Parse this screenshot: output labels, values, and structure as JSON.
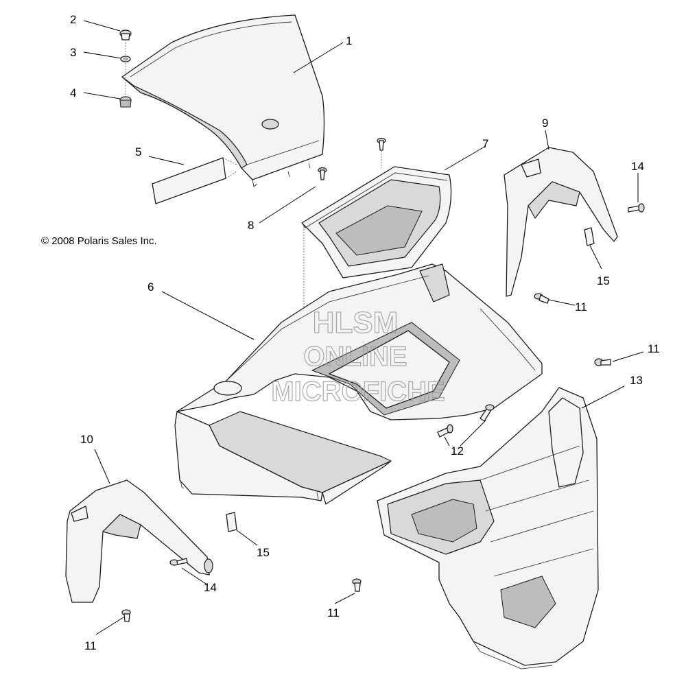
{
  "copyright": "© 2008 Polaris Sales Inc.",
  "watermark": {
    "line1": "HLSM",
    "line2": "ONLINE",
    "line3": "MICROFICHE"
  },
  "callouts": {
    "c1": "1",
    "c2": "2",
    "c3": "3",
    "c4": "4",
    "c5": "5",
    "c6": "6",
    "c7": "7",
    "c8": "8",
    "c9": "9",
    "c10": "10",
    "c11a": "11",
    "c11b": "11",
    "c11c": "11",
    "c11d": "11",
    "c12": "12",
    "c13": "13",
    "c14a": "14",
    "c14b": "14",
    "c15a": "15",
    "c15b": "15"
  }
}
